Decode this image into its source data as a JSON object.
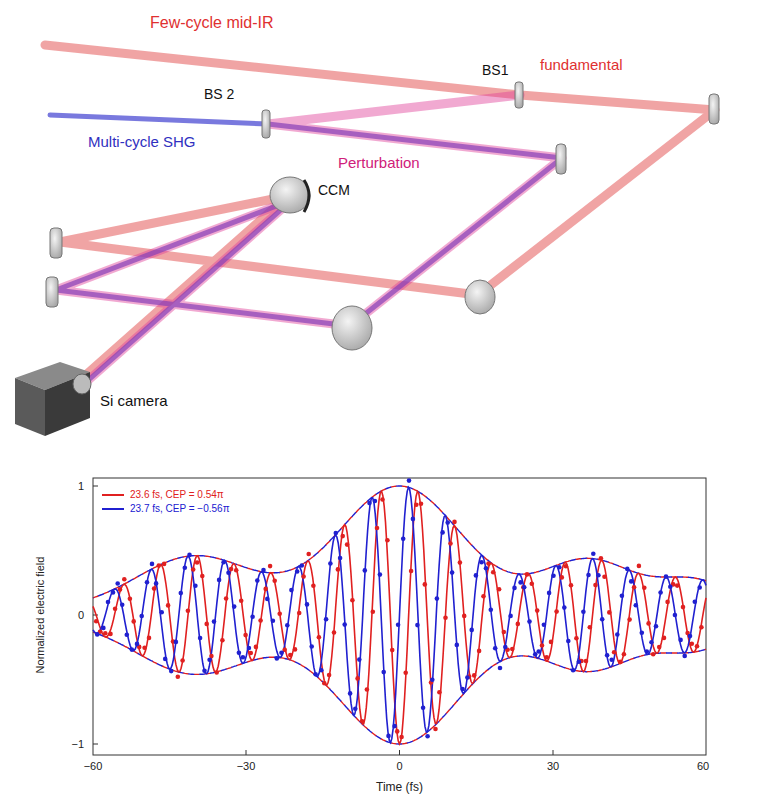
{
  "diagram": {
    "labels": [
      "Few-cycle mid-IR",
      "BS1",
      "fundamental",
      "BS 2",
      "Multi-cycle SHG",
      "Perturbation",
      "CCM",
      "Si camera",
      "1",
      "0",
      "−1",
      "Normalized electric field",
      "−60",
      "−30",
      "0",
      "30",
      "60",
      "Time (fs)"
    ],
    "legend": [
      {
        "text": "23.6 fs, CEP = 0.54π"
      },
      {
        "text": "23.7 fs, CEP = −0.56π"
      }
    ]
  }
}
